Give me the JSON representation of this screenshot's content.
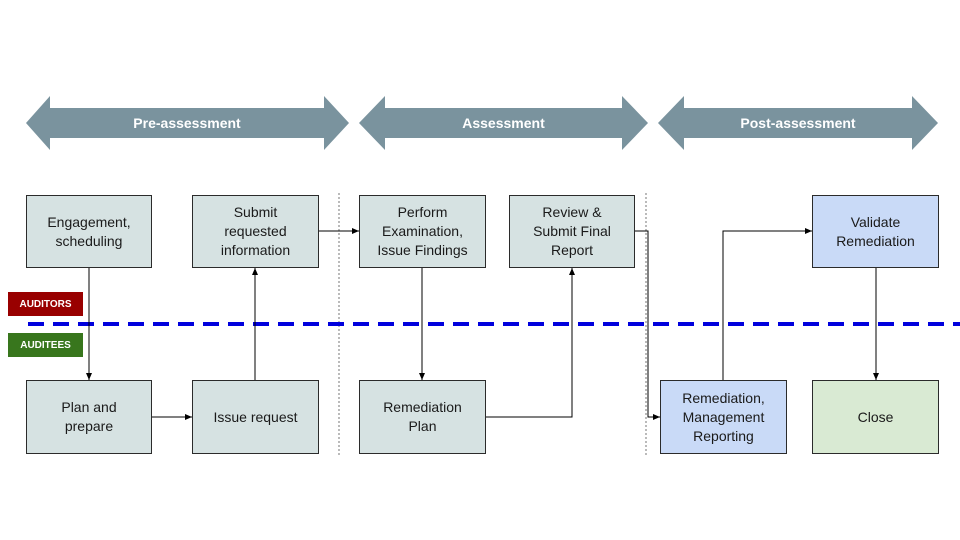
{
  "phases": [
    {
      "label": "Pre-assessment"
    },
    {
      "label": "Assessment"
    },
    {
      "label": "Post-assessment"
    }
  ],
  "lanes": {
    "auditors": {
      "label": "AUDITORS",
      "color": "#990000"
    },
    "auditees": {
      "label": "AUDITEES",
      "color": "#38761d"
    }
  },
  "nodes": {
    "engagement": {
      "label": "Engagement,\nscheduling"
    },
    "submit_info": {
      "label": "Submit\nrequested\ninformation"
    },
    "perform_exam": {
      "label": "Perform\nExamination,\nIssue Findings"
    },
    "review_submit": {
      "label": "Review &\nSubmit Final\nReport"
    },
    "validate": {
      "label": "Validate\nRemediation"
    },
    "plan_prepare": {
      "label": "Plan and\nprepare"
    },
    "issue_request": {
      "label": "Issue request"
    },
    "remediation_plan": {
      "label": "Remediation\nPlan"
    },
    "remediation_reporting": {
      "label": "Remediation,\nManagement\nReporting"
    },
    "close": {
      "label": "Close"
    }
  },
  "colors": {
    "phase_arrow": "#7a939e",
    "lane_divider": "#0000dd",
    "process_box": "#d6e2e2",
    "remediation_box": "#c9daf7",
    "close_box": "#d9ead3"
  }
}
